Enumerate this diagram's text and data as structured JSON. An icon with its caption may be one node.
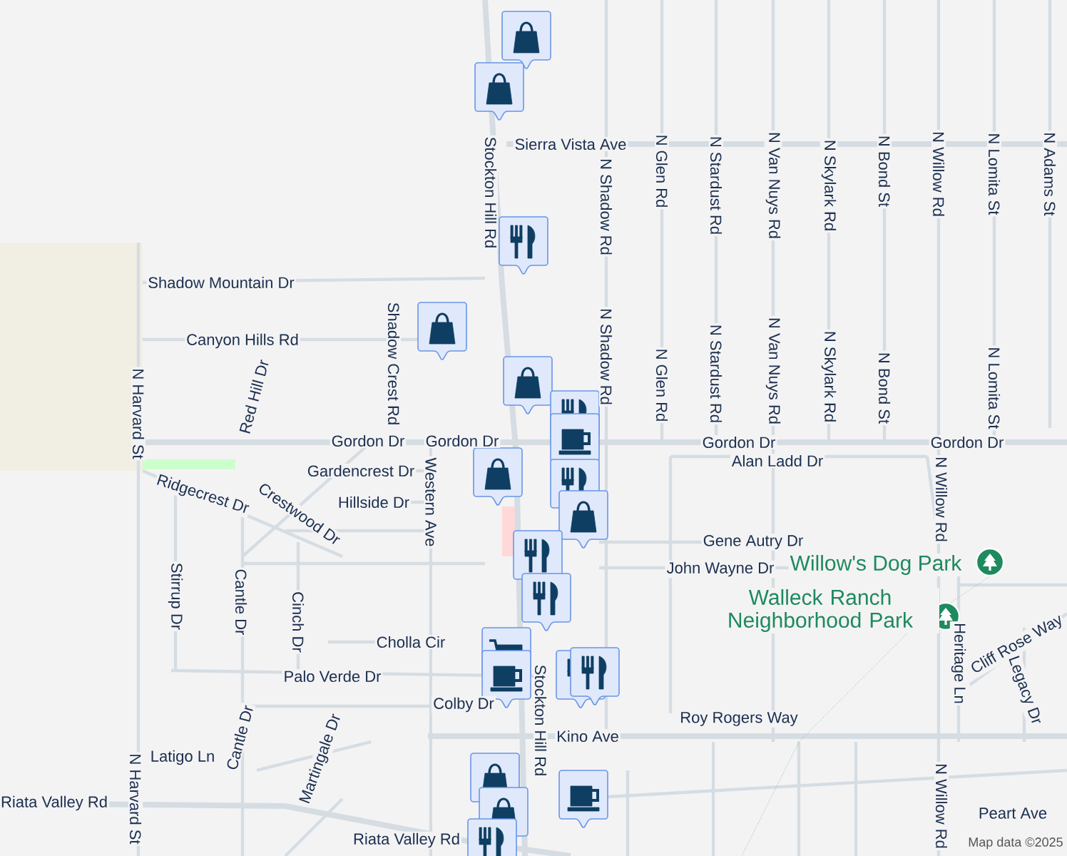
{
  "diagram": {
    "labels": [
      "Stockton Hill Rd",
      "Sierra Vista Ave",
      "N Shadow Rd",
      "N Glen Rd",
      "N Stardust Rd",
      "N Van Nuys Rd",
      "N Skylark Rd",
      "N Bond St",
      "N Willow Rd",
      "N Lomita St",
      "N Adams St",
      "Shadow Mountain Dr",
      "Canyon Hills Rd",
      "N Harvard St",
      "Red Hill Dr",
      "Shadow Crest Rd",
      "N Shadow Rd",
      "N Glen Rd",
      "N Stardust Rd",
      "N Van Nuys Rd",
      "N Skylark Rd",
      "N Bond St",
      "N Lomita St",
      "Gordon Dr",
      "Gordon Dr",
      "Gordon Dr",
      "Gordon Dr",
      "Alan Ladd Dr",
      "N Willow Rd",
      "Gardencrest Dr",
      "Ridgecrest Dr",
      "Hillside Dr",
      "Western Ave",
      "Crestwood Dr",
      "Gene Autry Dr",
      "John Wayne Dr",
      "Willow's Dog Park",
      "Stirrup Dr",
      "Cantle Dr",
      "Cinch Dr",
      "Walleck Ranch Neighborhood Park",
      "Cholla Cir",
      "Cliff Rose Way",
      "Heritage Ln",
      "Legacy Dr",
      "Palo Verde Dr",
      "Colby Dr",
      "Roy Rogers Way",
      "Stockton Hill Rd",
      "Kino Ave",
      "Cantle Dr",
      "Martingale Dr",
      "Latigo Ln",
      "Riata Valley Rd",
      "N Harvard St",
      "Peart Ave",
      "N Willow Rd",
      "Riata Valley Rd",
      "Map data ©2025"
    ]
  }
}
